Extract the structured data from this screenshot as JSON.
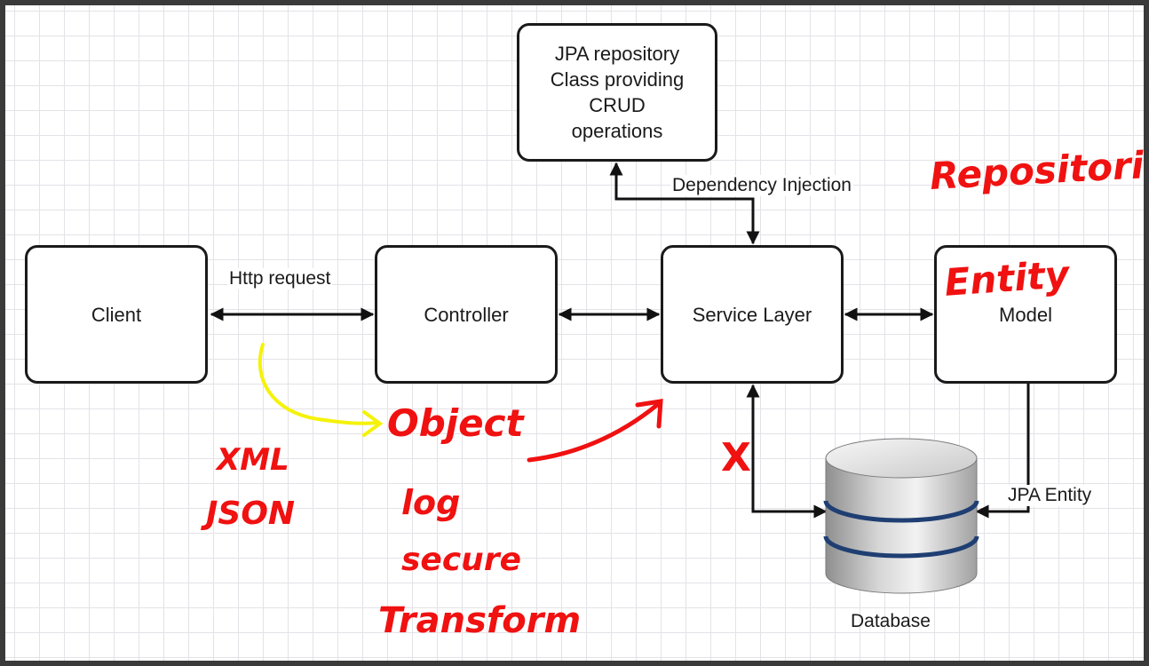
{
  "nodes": {
    "jpa_repository": "JPA repository\nClass providing\nCRUD\noperations",
    "client": "Client",
    "controller": "Controller",
    "service_layer": "Service Layer",
    "model": "Model",
    "database": "Database"
  },
  "edge_labels": {
    "http_request": "Http request",
    "dependency_injection": "Dependency Injection",
    "jpa_entity": "JPA Entity"
  },
  "annotations": {
    "repositories": "Repositories",
    "entity": "Entity",
    "object": "Object",
    "xml": "XML",
    "json": "JSON",
    "log": "log",
    "secure": "secure",
    "transform": "Transform",
    "cross": "X"
  },
  "colors": {
    "ink_red": "#f01111",
    "ink_yellow": "#f5f20a",
    "db_band": "#1f3f73"
  }
}
